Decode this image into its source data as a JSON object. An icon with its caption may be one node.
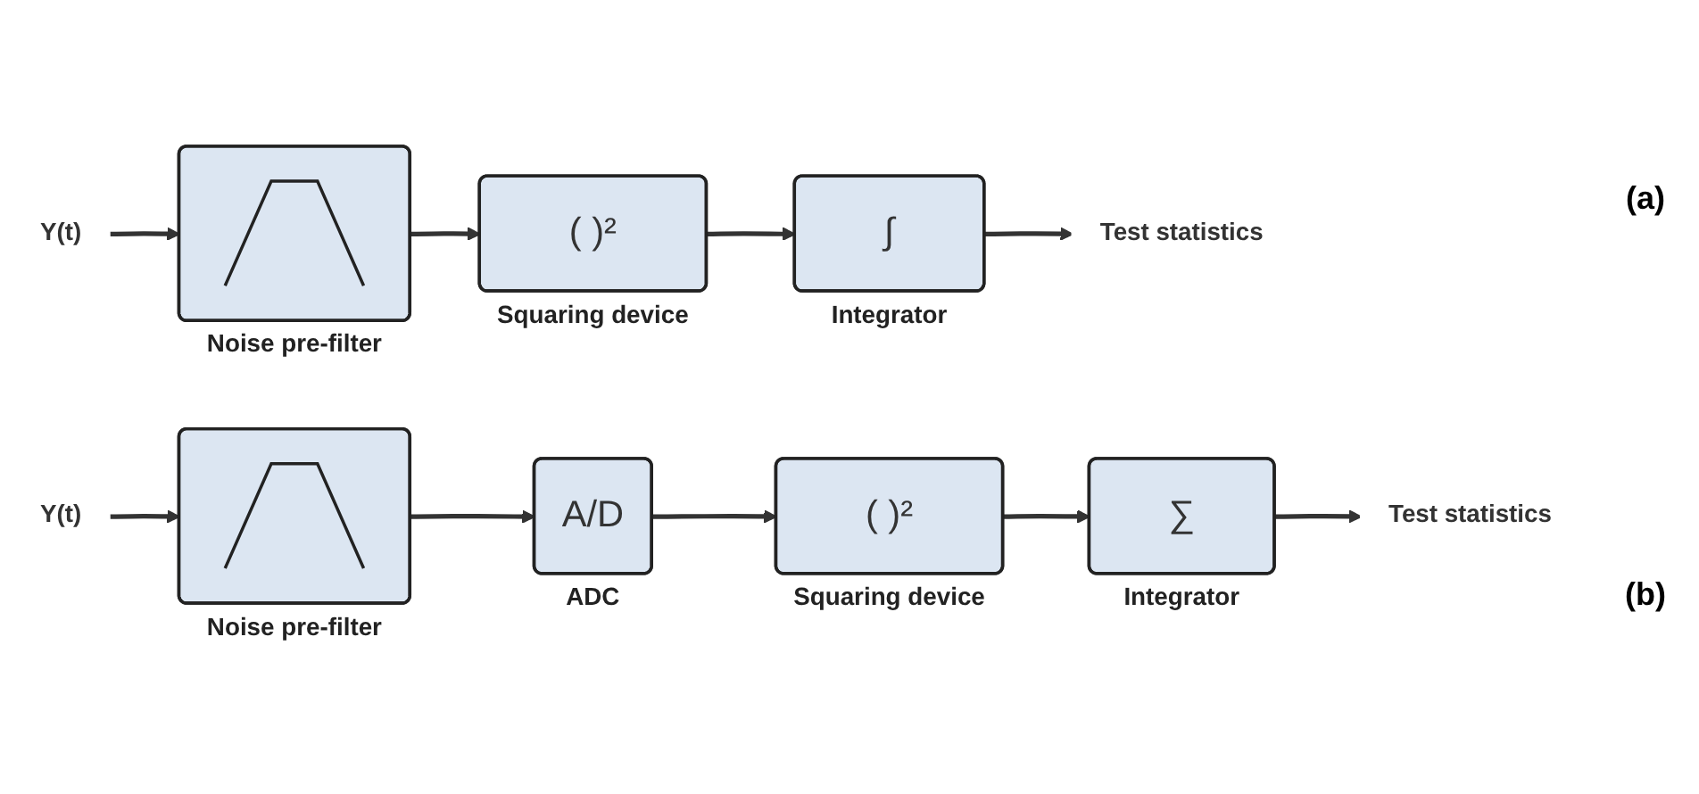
{
  "diagram": {
    "nodes": [
      {
        "text": [
          "Y(t)"
        ]
      },
      {
        "text": [],
        "shape": "box",
        "beside": [
          "Noise pre-filter"
        ]
      },
      {
        "text": [
          "(   )²"
        ],
        "beside": [
          "Squaring device"
        ]
      },
      {
        "text": [
          "∫"
        ],
        "beside": [
          "Integrator"
        ]
      },
      {
        "text": [
          "Test statistics"
        ]
      },
      {
        "text": [
          "Y(t)"
        ]
      },
      {
        "text": [],
        "shape": "box",
        "beside": [
          "Noise pre-filter"
        ]
      },
      {
        "text": [
          "A/D"
        ],
        "beside": [
          "ADC"
        ]
      },
      {
        "text": [
          "(   )²"
        ],
        "beside": [
          "Squaring device"
        ]
      },
      {
        "text": [
          "∑"
        ],
        "beside": [
          "Integrator"
        ]
      },
      {
        "text": [
          "Test statistics"
        ]
      }
    ],
    "edges": [
      {
        "from": 0,
        "to": 1,
        "arrow": "to"
      },
      {
        "from": 1,
        "to": 2,
        "arrow": "to"
      },
      {
        "from": 2,
        "to": 3,
        "arrow": "to"
      },
      {
        "from": 3,
        "to": 4,
        "arrow": "to"
      },
      {
        "from": 5,
        "to": 6,
        "arrow": "to"
      },
      {
        "from": 6,
        "to": 7,
        "arrow": "to"
      },
      {
        "from": 7,
        "to": 8,
        "arrow": "to"
      },
      {
        "from": 8,
        "to": 9,
        "arrow": "to"
      },
      {
        "from": 9,
        "to": 10,
        "arrow": "to"
      }
    ],
    "labels": [
      "(a)",
      "(b)"
    ]
  }
}
